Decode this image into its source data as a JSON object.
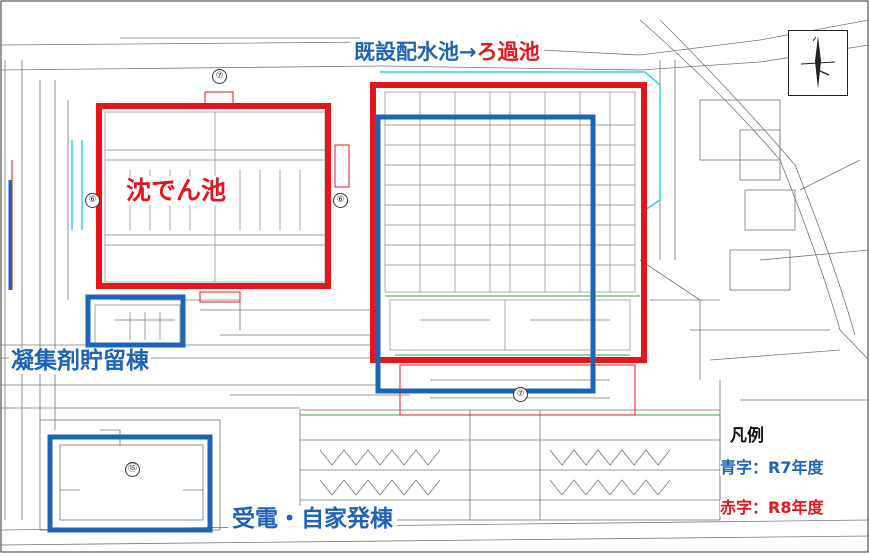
{
  "labels": {
    "sedimentation": "沈でん池",
    "existing_reservoir": "既設配水池",
    "arrow": "→",
    "filter_basin": "ろ過池",
    "coagulant_building": "凝集剤貯留棟",
    "power_building": "受電・自家発棟"
  },
  "legend": {
    "title": "凡例",
    "blue_text": "青字：R7年度",
    "red_text": "赤字：R8年度"
  },
  "markers": {
    "m7_top": "⑦",
    "m6_left": "⑥",
    "m6_right": "⑥",
    "m15": "⑮",
    "m7_mid": "⑦"
  },
  "colors": {
    "red": "#e8141c",
    "blue": "#1f63b5",
    "line": "#555555",
    "green": "#3aa53a",
    "cyan": "#2fd0e8"
  }
}
